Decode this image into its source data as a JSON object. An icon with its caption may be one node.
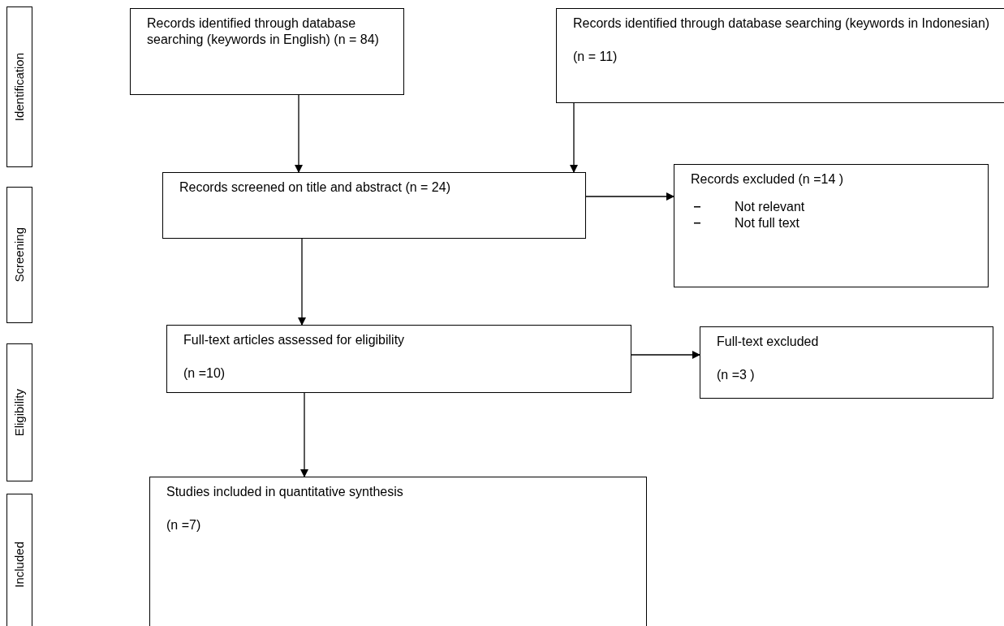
{
  "diagram": {
    "nodes": [
      {
        "text": [
          "Identification"
        ]
      },
      {
        "text": [
          "Screening"
        ]
      },
      {
        "text": [
          "Eligibility"
        ]
      },
      {
        "text": [
          "Included"
        ]
      },
      {
        "text": [
          "Records identified through database searching (keywords in English) (n = 84)"
        ]
      },
      {
        "text": [
          "Records identified through database searching (keywords in Indonesian)",
          "(n = 11)"
        ]
      },
      {
        "text": [
          "Records screened on title and abstract (n = 24)"
        ]
      },
      {
        "text": [
          "Records excluded (n =14 )",
          "Not relevant",
          "Not full text"
        ]
      },
      {
        "text": [
          "Full-text articles assessed for eligibility",
          "(n =10)"
        ]
      },
      {
        "text": [
          "Full-text excluded",
          "(n =3 )"
        ]
      },
      {
        "text": [
          "Studies included in quantitative synthesis",
          "(n =7)"
        ]
      }
    ],
    "edges": [
      {
        "from": 4,
        "to": 6,
        "arrow": "to"
      },
      {
        "from": 5,
        "to": 6,
        "arrow": "to"
      },
      {
        "from": 6,
        "to": 7,
        "arrow": "to"
      },
      {
        "from": 6,
        "to": 8,
        "arrow": "to"
      },
      {
        "from": 8,
        "to": 9,
        "arrow": "to"
      },
      {
        "from": 8,
        "to": 10,
        "arrow": "to"
      }
    ]
  }
}
